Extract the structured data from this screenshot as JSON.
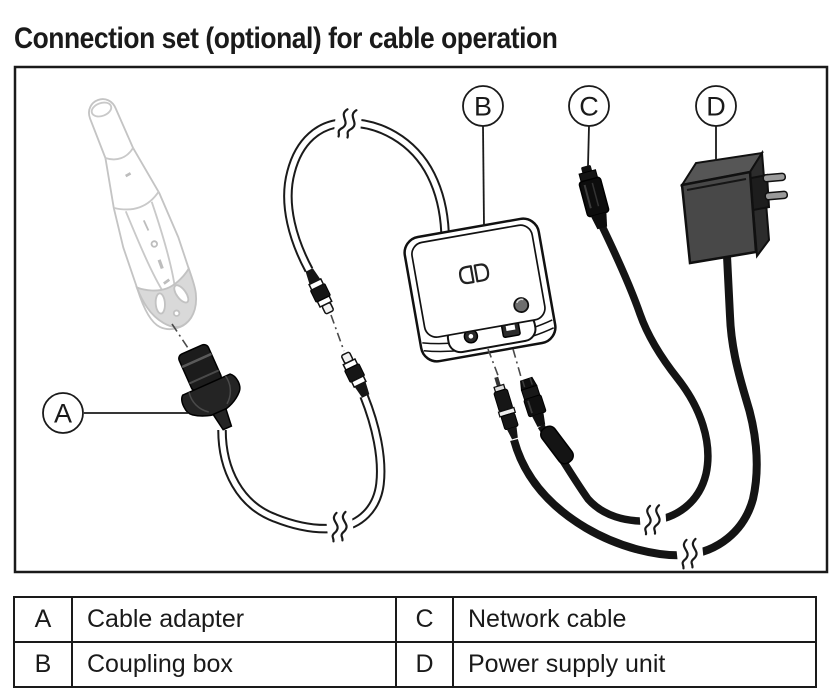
{
  "title": "Connection set (optional) for cable operation",
  "diagram": {
    "callouts": {
      "a": "A",
      "b": "B",
      "c": "C",
      "d": "D"
    }
  },
  "legend": {
    "rows": [
      {
        "left_key": "A",
        "left_label": "Cable adapter",
        "right_key": "C",
        "right_label": "Network cable"
      },
      {
        "left_key": "B",
        "left_label": "Coupling box",
        "right_key": "D",
        "right_label": "Power supply unit"
      }
    ]
  },
  "colors": {
    "ink": "#1a1a1a",
    "ghost_outline": "#c4c4c4",
    "psu_body": "#484848"
  }
}
